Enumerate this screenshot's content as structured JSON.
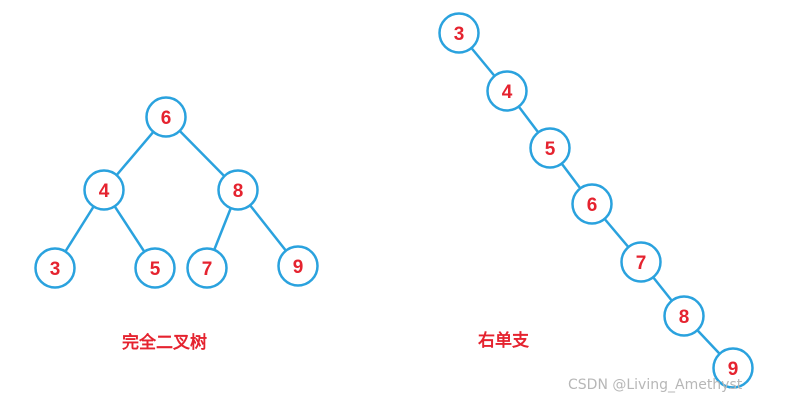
{
  "complete_tree": {
    "caption": "完全二叉树",
    "nodes": [
      {
        "id": "n6",
        "value": "6"
      },
      {
        "id": "n4",
        "value": "4"
      },
      {
        "id": "n8",
        "value": "8"
      },
      {
        "id": "n3",
        "value": "3"
      },
      {
        "id": "n5",
        "value": "5"
      },
      {
        "id": "n7",
        "value": "7"
      },
      {
        "id": "n9",
        "value": "9"
      }
    ],
    "edges": [
      [
        "n6",
        "n4"
      ],
      [
        "n6",
        "n8"
      ],
      [
        "n4",
        "n3"
      ],
      [
        "n4",
        "n5"
      ],
      [
        "n8",
        "n7"
      ],
      [
        "n8",
        "n9"
      ]
    ]
  },
  "right_branch_tree": {
    "caption": "右单支",
    "nodes": [
      {
        "id": "r3",
        "value": "3"
      },
      {
        "id": "r4",
        "value": "4"
      },
      {
        "id": "r5",
        "value": "5"
      },
      {
        "id": "r6",
        "value": "6"
      },
      {
        "id": "r7",
        "value": "7"
      },
      {
        "id": "r8",
        "value": "8"
      },
      {
        "id": "r9",
        "value": "9"
      }
    ],
    "edges": [
      [
        "r3",
        "r4"
      ],
      [
        "r4",
        "r5"
      ],
      [
        "r5",
        "r6"
      ],
      [
        "r6",
        "r7"
      ],
      [
        "r7",
        "r8"
      ],
      [
        "r8",
        "r9"
      ]
    ]
  },
  "colors": {
    "stroke": "#2aa2de",
    "label": "#e5232f"
  },
  "watermark": "CSDN @Living_Amethyst"
}
